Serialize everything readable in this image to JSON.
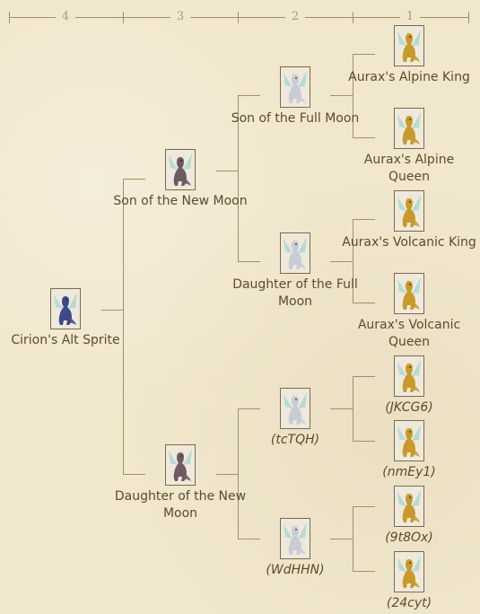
{
  "generations": [
    "4",
    "3",
    "2",
    "1"
  ],
  "nodes": {
    "root": {
      "name": "Cirion's Alt Sprite",
      "italic": false,
      "color": "#3d4a8a"
    },
    "sire": {
      "name": "Son of the New Moon",
      "italic": false,
      "color": "#6f5a62"
    },
    "dam": {
      "name": "Daughter of the New Moon",
      "italic": false,
      "color": "#6f5a62"
    },
    "ss": {
      "name": "Son of the Full Moon",
      "italic": false,
      "color": "#c9ccd6"
    },
    "sd": {
      "name": "Daughter of the Full Moon",
      "italic": false,
      "color": "#c9ccd6"
    },
    "ds": {
      "name": "(tcTQH)",
      "italic": true,
      "color": "#c9ccd6"
    },
    "dd": {
      "name": "(WdHHN)",
      "italic": true,
      "color": "#c9ccd6"
    },
    "sss": {
      "name": "Aurax's Alpine King",
      "italic": false,
      "color": "#c79a2b"
    },
    "ssd": {
      "name": "Aurax's Alpine Queen",
      "italic": false,
      "color": "#c79a2b"
    },
    "sds": {
      "name": "Aurax's Volcanic King",
      "italic": false,
      "color": "#c79a2b"
    },
    "sdd": {
      "name": "Aurax's Volcanic Queen",
      "italic": false,
      "color": "#c79a2b"
    },
    "dss": {
      "name": "(JKCG6)",
      "italic": true,
      "color": "#c79a2b"
    },
    "dsd": {
      "name": "(nmEy1)",
      "italic": true,
      "color": "#c79a2b"
    },
    "dds": {
      "name": "(9t8Ox)",
      "italic": true,
      "color": "#c79a2b"
    },
    "ddd": {
      "name": "(24cyt)",
      "italic": true,
      "color": "#c79a2b"
    }
  },
  "colors": {
    "line": "#a0906a",
    "text": "#5c4a2e",
    "background": "#f1e7cd"
  }
}
